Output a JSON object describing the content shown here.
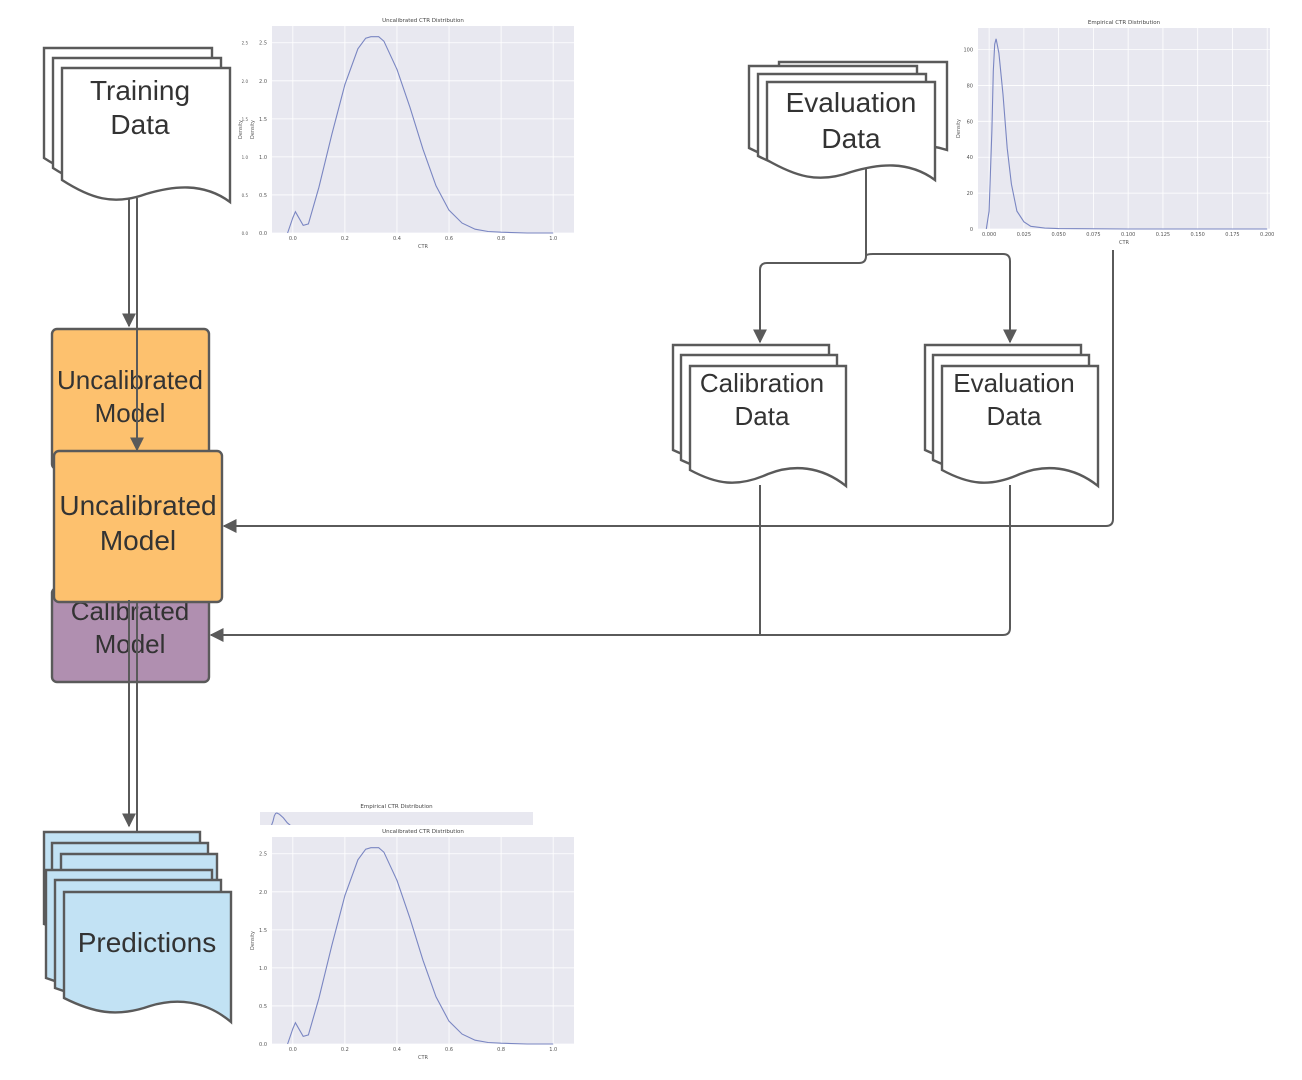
{
  "colors": {
    "stroke": "#5a5a5a",
    "document_fill": "#ffffff",
    "model_orange": "#fdc16e",
    "model_purple": "#b08fb0",
    "predictions_blue": "#c2e2f4",
    "chart_bg": "#e8e8f0",
    "chart_line": "#7a86c2"
  },
  "nodes": {
    "training_data": "Training\nData",
    "evaluation_data_top": "Evaluation\nData",
    "calibration_data": "Calibration\nData",
    "evaluation_data_mid": "Evaluation\nData",
    "uncalibrated_model_back": "Uncalibrated\nModel",
    "uncalibrated_model_front": "Uncalibrated\nModel",
    "calibrated_model": "Calibrated\nModel",
    "predictions": "Predictions"
  },
  "chart_data": [
    {
      "type": "line",
      "title": "Uncalibrated CTR Distribution",
      "xlabel": "CTR",
      "ylabel": "Density",
      "xlim": [
        -0.08,
        1.08
      ],
      "ylim": [
        0,
        2.72
      ],
      "xticks": [
        "0.0",
        "0.2",
        "0.4",
        "0.6",
        "0.8",
        "1.0"
      ],
      "yticks": [
        "0.0",
        "0.5",
        "1.0",
        "1.5",
        "2.0",
        "2.5"
      ],
      "grid": true,
      "x": [
        -0.02,
        0.0,
        0.01,
        0.02,
        0.04,
        0.06,
        0.1,
        0.15,
        0.2,
        0.25,
        0.28,
        0.3,
        0.33,
        0.35,
        0.4,
        0.45,
        0.5,
        0.55,
        0.6,
        0.65,
        0.7,
        0.75,
        0.8,
        0.9,
        1.0
      ],
      "y": [
        0.0,
        0.2,
        0.28,
        0.22,
        0.1,
        0.12,
        0.6,
        1.3,
        1.95,
        2.42,
        2.56,
        2.58,
        2.58,
        2.52,
        2.15,
        1.65,
        1.1,
        0.62,
        0.3,
        0.13,
        0.05,
        0.02,
        0.01,
        0.0,
        0.0
      ]
    },
    {
      "type": "line",
      "title": "Empirical CTR Distribution",
      "xlabel": "CTR",
      "ylabel": "Density",
      "xlim": [
        -0.008,
        0.202
      ],
      "ylim": [
        0,
        112
      ],
      "xticks": [
        "0.000",
        "0.025",
        "0.050",
        "0.075",
        "0.100",
        "0.125",
        "0.150",
        "0.175",
        "0.200"
      ],
      "yticks": [
        "0",
        "20",
        "40",
        "60",
        "80",
        "100"
      ],
      "grid": true,
      "x": [
        -0.002,
        0.0,
        0.002,
        0.003,
        0.004,
        0.005,
        0.007,
        0.01,
        0.013,
        0.016,
        0.02,
        0.025,
        0.03,
        0.04,
        0.05,
        0.1,
        0.2
      ],
      "y": [
        0,
        10,
        55,
        88,
        103,
        106,
        98,
        75,
        45,
        25,
        10,
        4,
        1.5,
        0.5,
        0.2,
        0,
        0
      ]
    },
    {
      "type": "line",
      "title": "Empirical CTR Distribution",
      "xlabel": "",
      "ylabel": "",
      "xlim": [
        -0.008,
        0.202
      ],
      "ylim": [
        0,
        112
      ],
      "xticks": [],
      "yticks": [],
      "grid": true,
      "x": [
        -0.002,
        0.0,
        0.002,
        0.003,
        0.004,
        0.005,
        0.007,
        0.01,
        0.013,
        0.016,
        0.02,
        0.03,
        0.05,
        0.2
      ],
      "y": [
        0,
        10,
        55,
        88,
        103,
        106,
        98,
        75,
        45,
        25,
        10,
        1.5,
        0.2,
        0
      ]
    },
    {
      "type": "line",
      "title": "Uncalibrated CTR Distribution",
      "xlabel": "CTR",
      "ylabel": "Density",
      "xlim": [
        -0.08,
        1.08
      ],
      "ylim": [
        0,
        2.72
      ],
      "xticks": [
        "0.0",
        "0.2",
        "0.4",
        "0.6",
        "0.8",
        "1.0"
      ],
      "yticks": [
        "0.0",
        "0.5",
        "1.0",
        "1.5",
        "2.0",
        "2.5"
      ],
      "grid": true,
      "x": [
        -0.02,
        0.0,
        0.01,
        0.02,
        0.04,
        0.06,
        0.1,
        0.15,
        0.2,
        0.25,
        0.28,
        0.3,
        0.33,
        0.35,
        0.4,
        0.45,
        0.5,
        0.55,
        0.6,
        0.65,
        0.7,
        0.75,
        0.8,
        0.9,
        1.0
      ],
      "y": [
        0.0,
        0.2,
        0.28,
        0.22,
        0.1,
        0.12,
        0.6,
        1.3,
        1.95,
        2.42,
        2.56,
        2.58,
        2.58,
        2.52,
        2.15,
        1.65,
        1.1,
        0.62,
        0.3,
        0.13,
        0.05,
        0.02,
        0.01,
        0.0,
        0.0
      ]
    }
  ]
}
